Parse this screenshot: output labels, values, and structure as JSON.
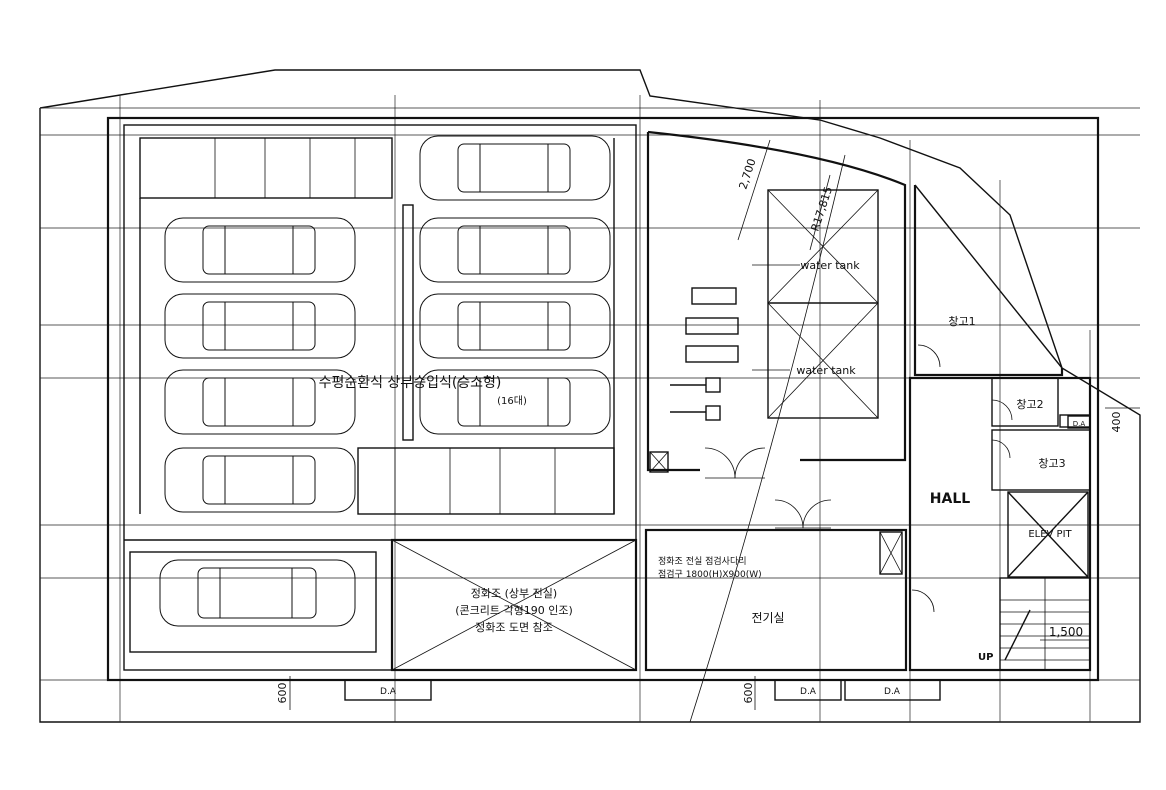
{
  "rooms": {
    "parking_system": "수평순환식 상부승입식(승소형)",
    "parking_count": "(16대)",
    "water_tank_1": "water tank",
    "water_tank_2": "water tank",
    "storage_1": "창고1",
    "storage_2": "창고2",
    "storage_3": "창고3",
    "hall": "HALL",
    "elev_pit": "ELEV PIT",
    "electrical_room": "전기실",
    "up": "UP"
  },
  "septic_tank": {
    "line1": "정화조 (상부 전실)",
    "line2": "(콘크리트 각형190 인조)",
    "line3": "정화조 도면 참조"
  },
  "septic_note": {
    "line1": "정화조 전실 점검사다리",
    "line2": "점검구 1800(H)X900(W)"
  },
  "dimensions": {
    "d_2700": "2,700",
    "d_r17815": "R17,815",
    "d_400": "400",
    "d_1500": "1,500",
    "d_600a": "600",
    "d_600b": "600"
  },
  "da_labels": [
    "D.A",
    "D.A",
    "D.A",
    "D.A"
  ]
}
